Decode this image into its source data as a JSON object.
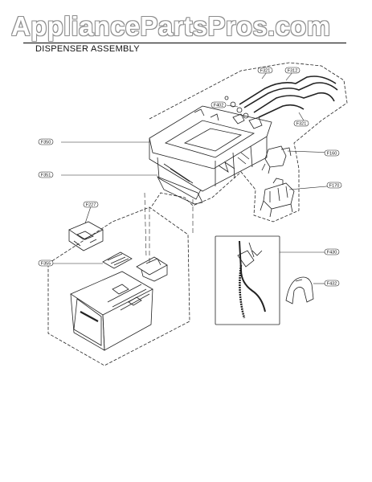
{
  "watermark": "AppliancePartsPros.com",
  "title": "DISPENSER ASSEMBLY",
  "callouts": [
    {
      "id": "p321a",
      "label": "F321"
    },
    {
      "id": "p312",
      "label": "F312"
    },
    {
      "id": "p402",
      "label": "F402"
    },
    {
      "id": "p321b",
      "label": "F321"
    },
    {
      "id": "p350",
      "label": "F350"
    },
    {
      "id": "p160",
      "label": "F160"
    },
    {
      "id": "p351",
      "label": "F351"
    },
    {
      "id": "p170",
      "label": "F170"
    },
    {
      "id": "p227",
      "label": "F227"
    },
    {
      "id": "p430",
      "label": "F430"
    },
    {
      "id": "p355",
      "label": "F355"
    },
    {
      "id": "p432",
      "label": "F432"
    }
  ]
}
